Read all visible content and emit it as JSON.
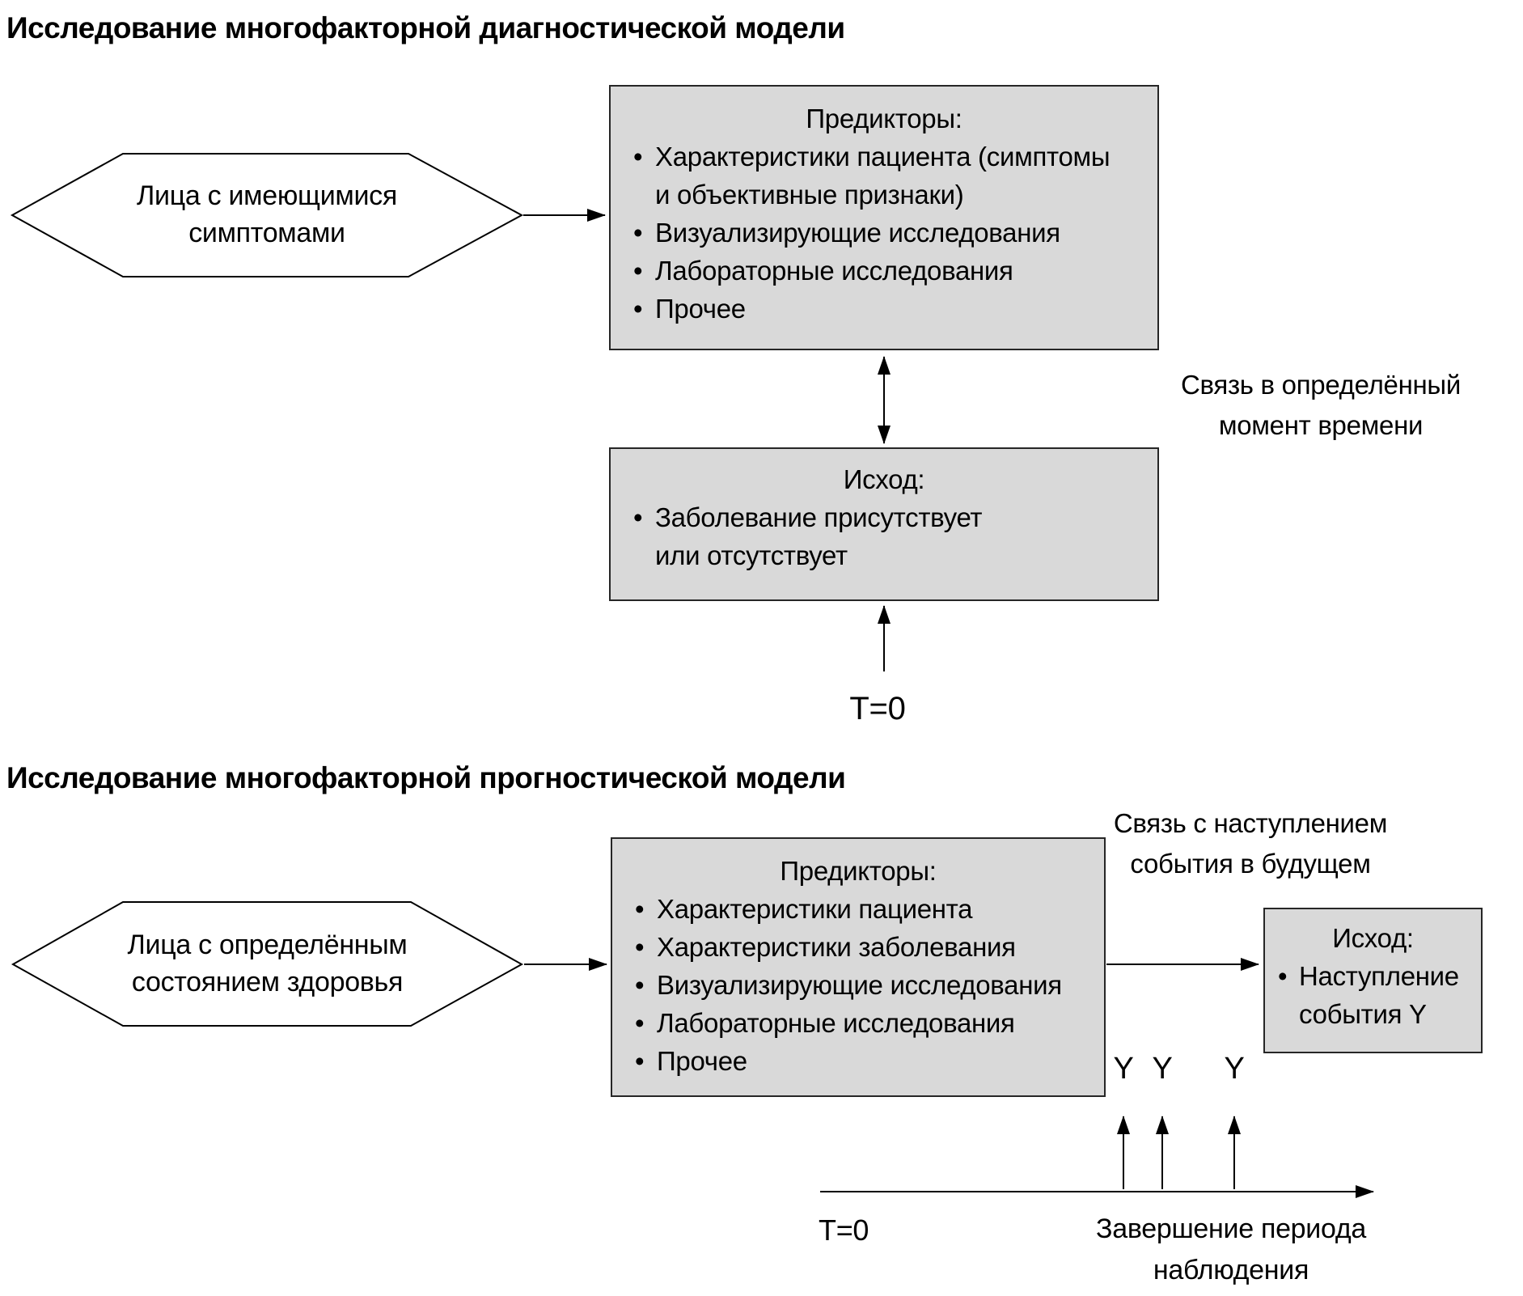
{
  "colors": {
    "background": "#ffffff",
    "box_fill": "#d9d9d9",
    "box_border": "#262626",
    "line": "#000000",
    "text": "#000000"
  },
  "diagnostic": {
    "title": "Исследование многофакторной диагностической модели",
    "population_label": "Лица с имеющимися\nсимптомами",
    "predictors_box": {
      "heading": "Предикторы:",
      "items": [
        "Характеристики пациента (симптомы\nи объективные признаки)",
        "Визуализирующие исследования",
        "Лабораторные исследования",
        "Прочее"
      ]
    },
    "outcome_box": {
      "heading": "Исход:",
      "items": [
        "Заболевание присутствует\nили отсутствует"
      ]
    },
    "association_label": "Связь в определённый\nмомент времени",
    "baseline_label": "T=0"
  },
  "prognostic": {
    "title": "Исследование многофакторной прогностической модели",
    "population_label": "Лица с определённым\nсостоянием здоровья",
    "predictors_box": {
      "heading": "Предикторы:",
      "items": [
        "Характеристики пациента",
        "Характеристики заболевания",
        "Визуализирующие исследования",
        "Лабораторные исследования",
        "Прочее"
      ]
    },
    "outcome_box": {
      "heading": "Исход:",
      "items": [
        "Наступление\nсобытия Y"
      ]
    },
    "association_label": "Связь с наступлением\nсобытия в будущем",
    "baseline_label": "T=0",
    "event_markers": [
      "Y",
      "Y",
      "Y"
    ],
    "followup_label": "Завершение периода\nнаблюдения"
  }
}
